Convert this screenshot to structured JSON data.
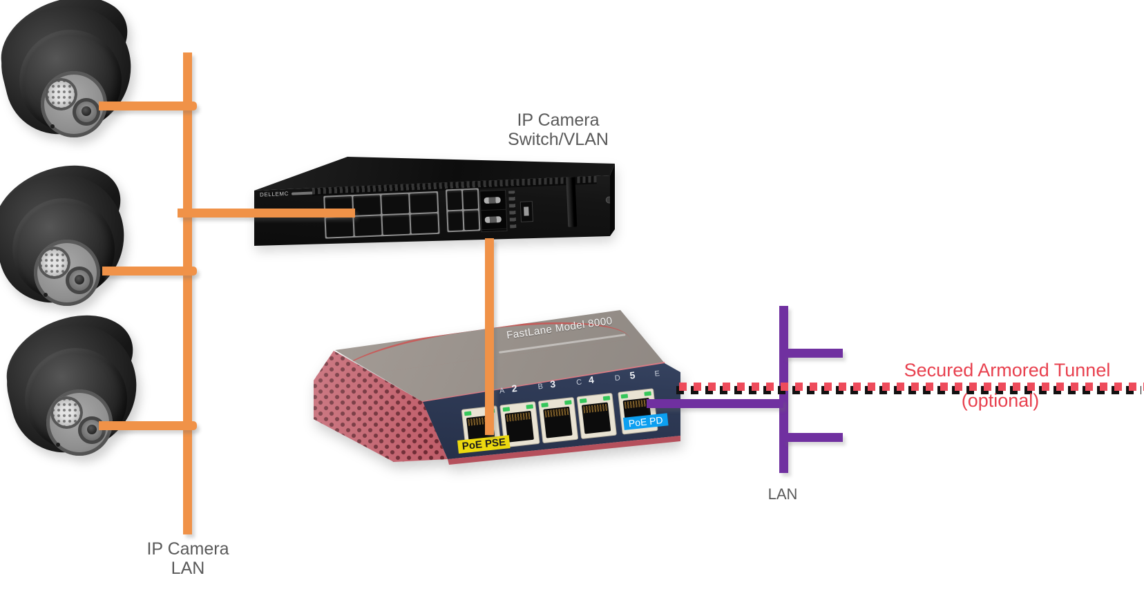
{
  "labels": {
    "switch_line1": "IP Camera",
    "switch_line2": "Switch/VLAN",
    "camera_lan_line1": "IP Camera",
    "camera_lan_line2": "LAN",
    "lan": "LAN",
    "tunnel_line1": "Secured Armored Tunnel",
    "tunnel_line2": "(optional)"
  },
  "switch": {
    "brand": "DELLEMC"
  },
  "extender": {
    "model": "FastLane Model 8000",
    "pse": "PoE PSE",
    "pd": "PoE PD",
    "port_letters": [
      "A",
      "B",
      "C",
      "D",
      "E"
    ],
    "port_numbers": [
      "2",
      "3",
      "4",
      "5"
    ]
  },
  "colors": {
    "camera_lan_orange": "#F09248",
    "lan_purple": "#7030A0",
    "tunnel_red": "#EE4B5B",
    "label_gray": "#595959"
  }
}
